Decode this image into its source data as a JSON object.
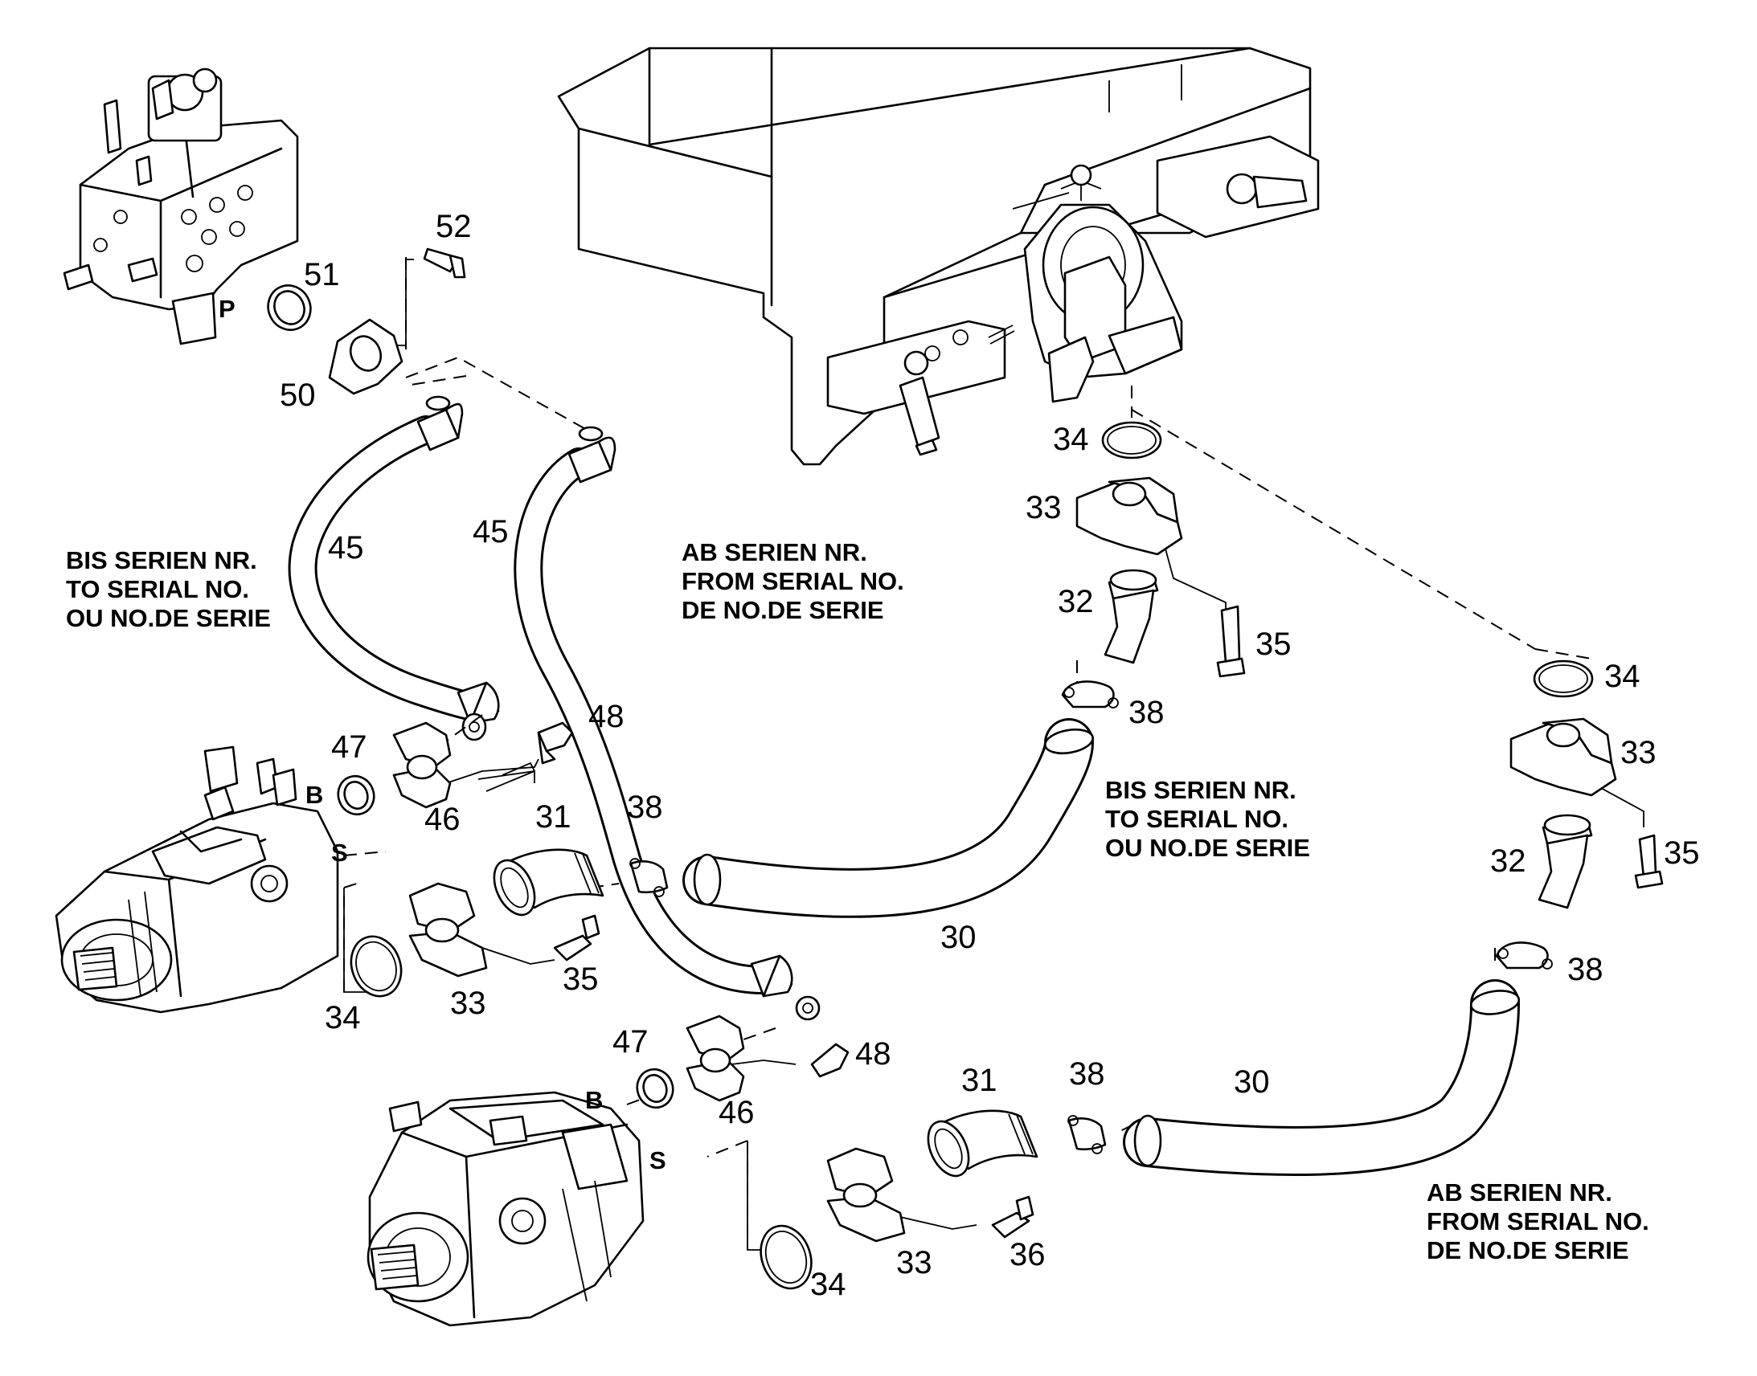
{
  "ports": {
    "p": "P",
    "b_upper": "B",
    "s_upper": "S",
    "b_lower": "B",
    "s_lower": "S"
  },
  "callouts": {
    "n52": "52",
    "n51": "51",
    "n50": "50",
    "n45_left": "45",
    "n45_mid": "45",
    "n34_top": "34",
    "n33_top": "33",
    "n32_top": "32",
    "n35_top": "35",
    "n38_top": "38",
    "n34_right": "34",
    "n33_right": "33",
    "n32_right": "32",
    "n35_right": "35",
    "n38_right": "38",
    "n48_upper": "48",
    "n47_upper": "47",
    "n46_upper": "46",
    "n31_upper": "31",
    "n38_upper": "38",
    "n30_upper": "30",
    "n35_mid": "35",
    "n34_mid": "34",
    "n33_mid": "33",
    "n47_lower": "47",
    "n48_lower": "48",
    "n46_lower": "46",
    "n31_lower": "31",
    "n38_lower": "38",
    "n30_lower": "30",
    "n34_lower": "34",
    "n33_lower": "33",
    "n36_lower": "36"
  },
  "notes": {
    "left_bis": [
      "BIS SERIEN NR.",
      "TO SERIAL NO.",
      "OU NO.DE SERIE"
    ],
    "mid_ab": [
      "AB SERIEN NR.",
      "FROM SERIAL NO.",
      "DE NO.DE SERIE"
    ],
    "right_bis": [
      "BIS SERIEN NR.",
      "TO SERIAL NO.",
      "OU NO.DE SERIE"
    ],
    "bottom_ab": [
      "AB SERIEN NR.",
      "FROM SERIAL NO.",
      "DE NO.DE SERIE"
    ]
  },
  "icons": {
    "control_valve": "valve-block-icon",
    "tank": "hydraulic-tank-icon",
    "pump_upper": "axial-pump-icon",
    "pump_lower": "axial-pump-icon"
  }
}
